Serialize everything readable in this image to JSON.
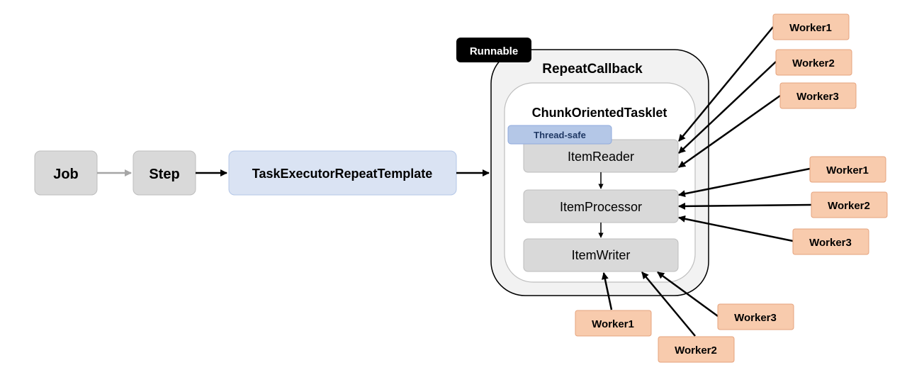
{
  "nodes": {
    "job": "Job",
    "step": "Step",
    "template": "TaskExecutorRepeatTemplate",
    "runnable": "Runnable",
    "repeat_callback": "RepeatCallback",
    "tasklet": "ChunkOrientedTasklet",
    "thread_safe": "Thread-safe",
    "reader": "ItemReader",
    "processor": "ItemProcessor",
    "writer": "ItemWriter"
  },
  "workers": {
    "reader": [
      "Worker1",
      "Worker2",
      "Worker3"
    ],
    "processor": [
      "Worker1",
      "Worker2",
      "Worker3"
    ],
    "writer": [
      "Worker1",
      "Worker2",
      "Worker3"
    ]
  },
  "colors": {
    "gray_box": "#d9d9d9",
    "gray_border": "#bdbdbd",
    "template_fill": "#dae3f3",
    "template_border": "#b4c7e7",
    "thread_safe_fill": "#b4c7e7",
    "thread_safe_border": "#8faadc",
    "worker_fill": "#f8cbad",
    "worker_border": "#e5a37d",
    "container_fill": "#f2f2f2",
    "inner_fill": "#ffffff",
    "arrow": "#000000",
    "arrow_light": "#a6a6a6"
  }
}
